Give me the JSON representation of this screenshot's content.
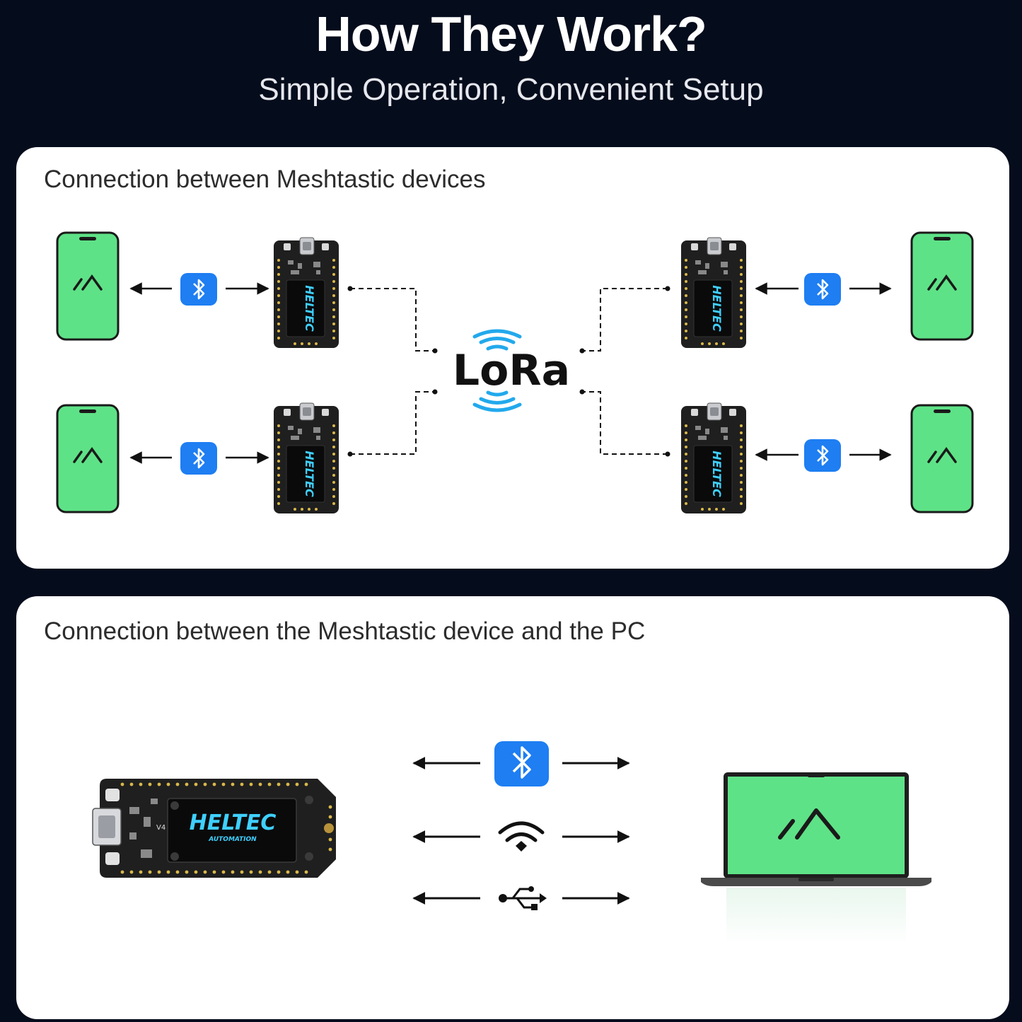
{
  "header": {
    "title": "How They Work?",
    "subtitle": "Simple Operation, Convenient Setup"
  },
  "mesh_section": {
    "heading": "Connection between Meshtastic devices",
    "hub_label": "LoRa",
    "device_brand": "HELTEC",
    "nodes": [
      {
        "position": "top-left",
        "phone_icon": "meshtastic-logo-icon",
        "link_icon": "bluetooth-icon"
      },
      {
        "position": "bottom-left",
        "phone_icon": "meshtastic-logo-icon",
        "link_icon": "bluetooth-icon"
      },
      {
        "position": "top-right",
        "phone_icon": "meshtastic-logo-icon",
        "link_icon": "bluetooth-icon"
      },
      {
        "position": "bottom-right",
        "phone_icon": "meshtastic-logo-icon",
        "link_icon": "bluetooth-icon"
      }
    ]
  },
  "pc_section": {
    "heading": "Connection between the Meshtastic device and the PC",
    "device_brand": "HELTEC",
    "device_sub": "AUTOMATION",
    "links": [
      {
        "icon": "bluetooth-icon"
      },
      {
        "icon": "wifi-icon"
      },
      {
        "icon": "usb-icon"
      }
    ],
    "pc_icon": "meshtastic-logo-icon"
  },
  "colors": {
    "background": "#050c1c",
    "panel": "#ffffff",
    "screen_green": "#5ee287",
    "bluetooth_blue": "#1e7ef2",
    "lora_wave": "#22a9ec",
    "board_dark": "#1f1f1f",
    "oled_text": "#3fd0ff"
  }
}
